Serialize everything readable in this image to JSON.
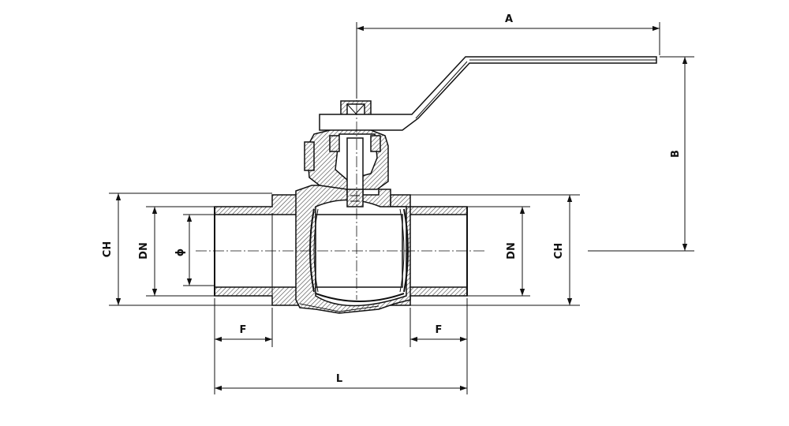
{
  "labels": {
    "A": "A",
    "B": "B",
    "CH_left": "CH",
    "CH_right": "CH",
    "DN_left": "DN",
    "DN_right": "DN",
    "phi": "ɸ",
    "F_left": "F",
    "F_right": "F",
    "L": "L"
  },
  "colors": {
    "line": "#111111",
    "background": "#ffffff"
  }
}
